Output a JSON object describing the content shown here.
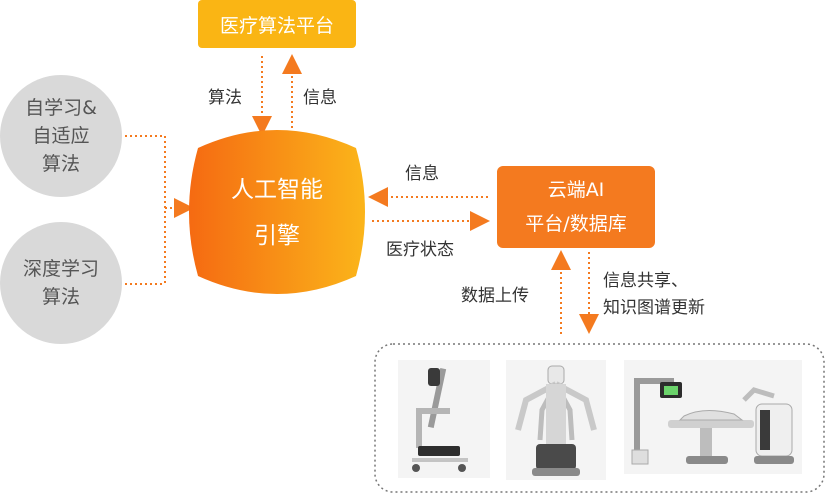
{
  "colors": {
    "orange": "#f47a1f",
    "yellow": "#fab514",
    "gradient_start": "#f56a12",
    "gradient_end": "#fbb51a",
    "gray_circle": "#d9d9d9",
    "dotted": "#f47a1f"
  },
  "nodes": {
    "top_platform": "医疗算法平台",
    "engine_line1": "人工智能",
    "engine_line2": "引擎",
    "cloud_line1": "云端AI",
    "cloud_line2": "平台/数据库",
    "self_learning": "自学习&\n自适应\n算法",
    "deep_learning": "深度学习\n算法"
  },
  "edges": {
    "algorithm": "算法",
    "info_up": "信息",
    "info_left": "信息",
    "medical_status": "医疗状态",
    "data_upload": "数据上传",
    "info_share": "信息共享、\n知识图谱更新"
  },
  "devices": [
    {
      "icon": "robot-arm-cart-icon"
    },
    {
      "icon": "surgical-robot-multiarm-icon"
    },
    {
      "icon": "surgical-console-table-icon"
    }
  ]
}
